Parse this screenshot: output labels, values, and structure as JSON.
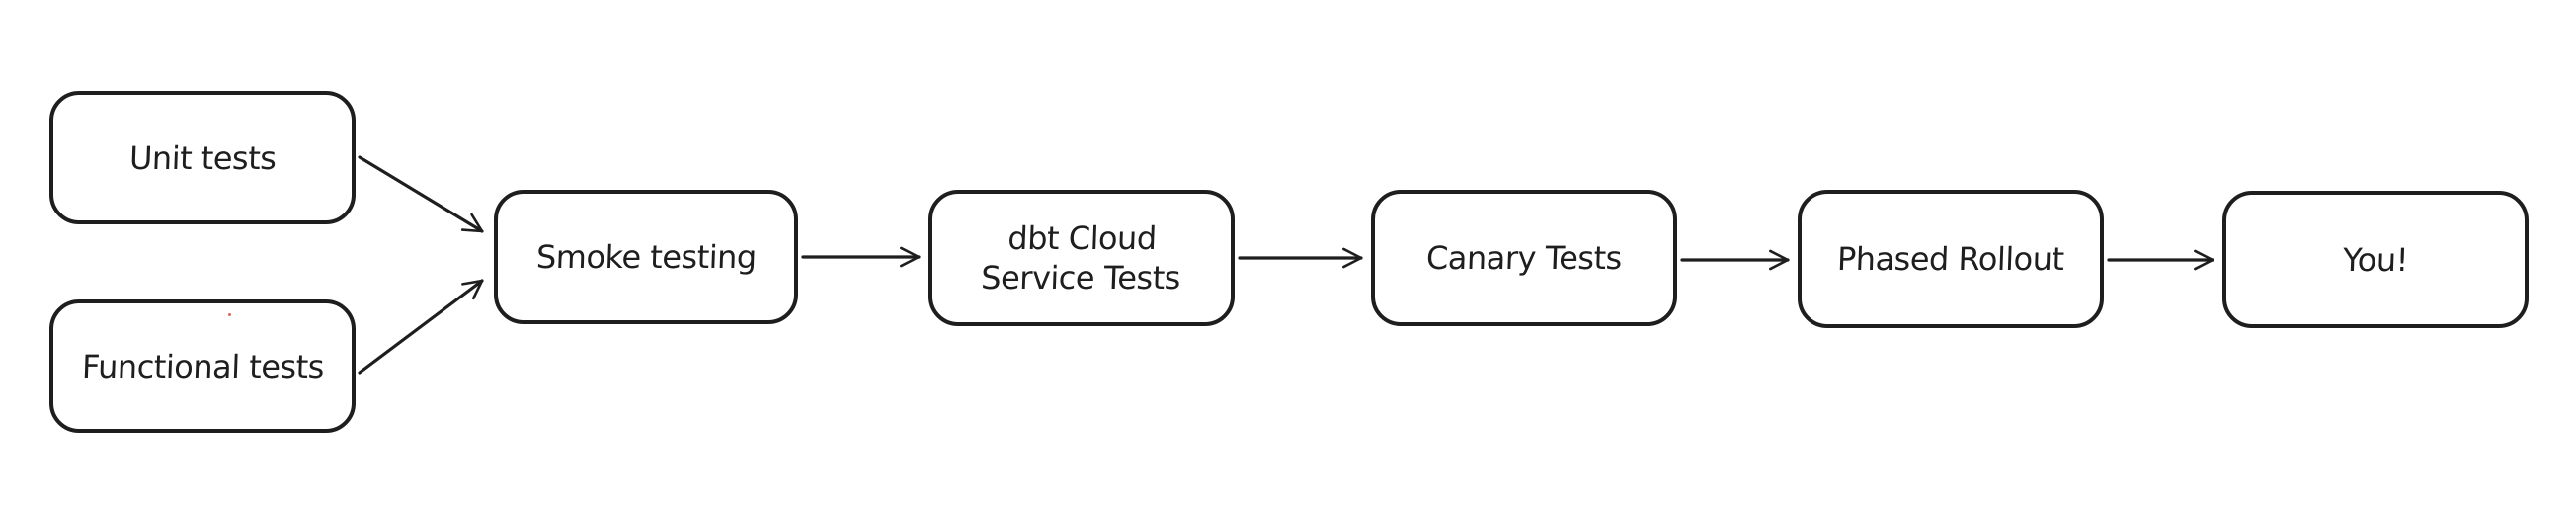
{
  "diagram": {
    "type": "flowchart",
    "style": "hand-drawn",
    "background_color": "#ffffff",
    "stroke_color": "#1e1e1e",
    "node_fill_color": "#ffffff",
    "nodes": [
      {
        "id": "unit-tests",
        "label": "Unit tests"
      },
      {
        "id": "functional-tests",
        "label": "Functional tests"
      },
      {
        "id": "smoke-testing",
        "label": "Smoke testing"
      },
      {
        "id": "dbt-cloud-service-tests",
        "label": "dbt Cloud\nService Tests"
      },
      {
        "id": "canary-tests",
        "label": "Canary Tests"
      },
      {
        "id": "phased-rollout",
        "label": "Phased Rollout"
      },
      {
        "id": "you",
        "label": "You!"
      }
    ],
    "edges": [
      {
        "from": "unit-tests",
        "to": "smoke-testing"
      },
      {
        "from": "functional-tests",
        "to": "smoke-testing"
      },
      {
        "from": "smoke-testing",
        "to": "dbt-cloud-service-tests"
      },
      {
        "from": "dbt-cloud-service-tests",
        "to": "canary-tests"
      },
      {
        "from": "canary-tests",
        "to": "phased-rollout"
      },
      {
        "from": "phased-rollout",
        "to": "you"
      }
    ]
  }
}
